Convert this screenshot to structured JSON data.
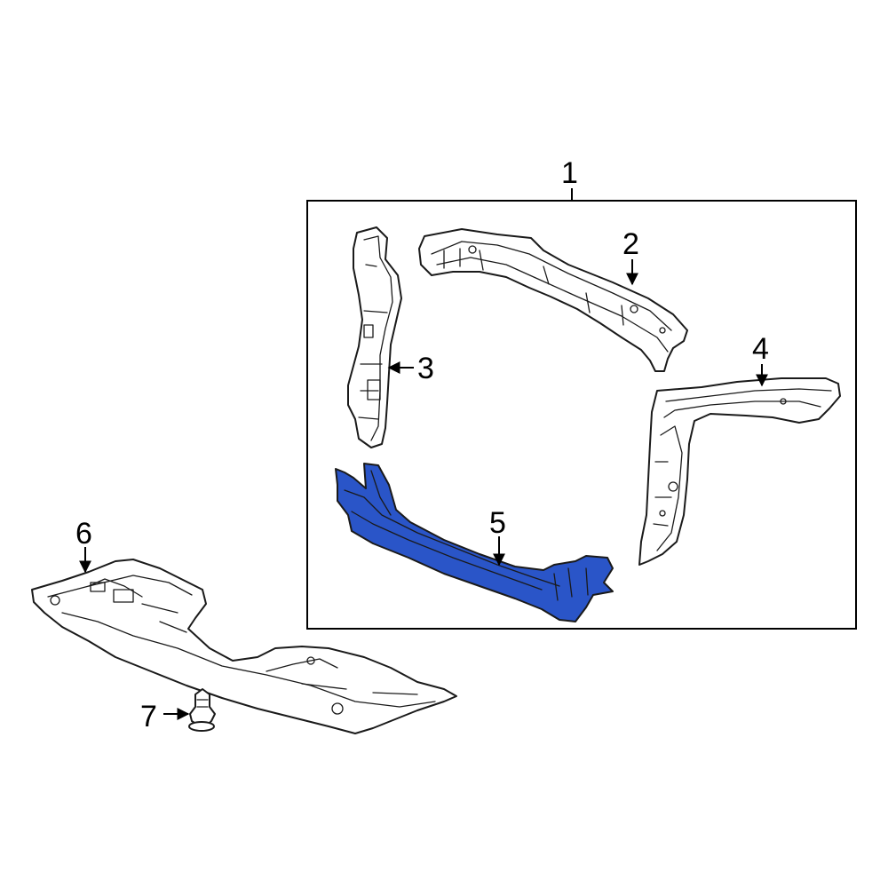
{
  "diagram": {
    "highlight_color": "#2a55c8",
    "line_color": "#1a1a1a",
    "callouts": [
      {
        "id": "1",
        "label": "1"
      },
      {
        "id": "2",
        "label": "2"
      },
      {
        "id": "3",
        "label": "3"
      },
      {
        "id": "4",
        "label": "4"
      },
      {
        "id": "5",
        "label": "5"
      },
      {
        "id": "6",
        "label": "6"
      },
      {
        "id": "7",
        "label": "7"
      }
    ],
    "highlighted_part": "5"
  }
}
